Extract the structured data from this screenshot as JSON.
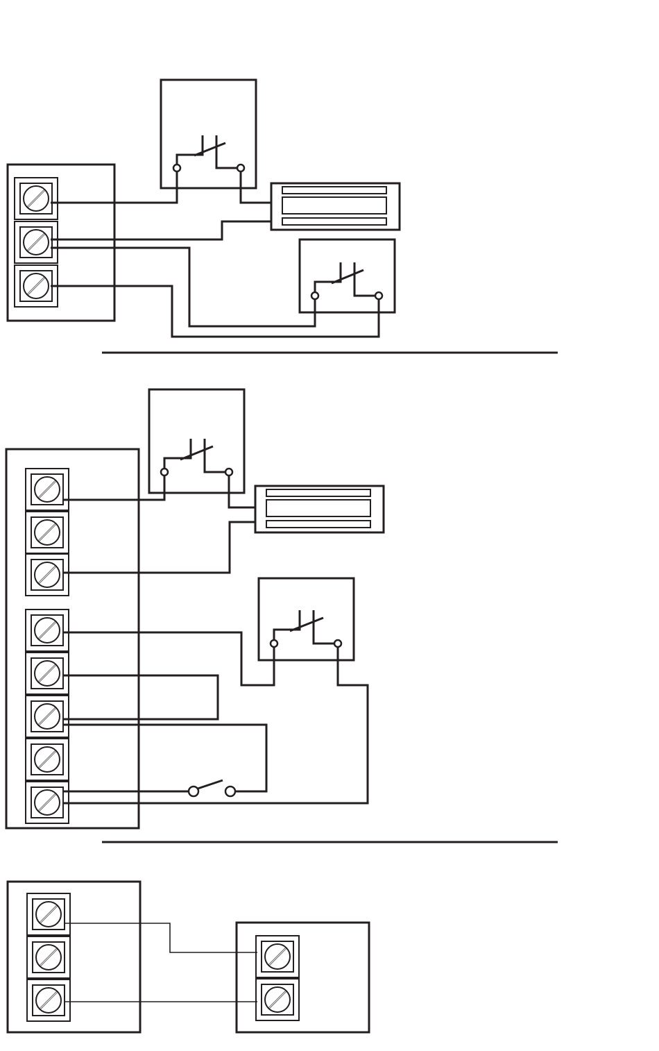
{
  "diagram": {
    "panels": [
      {
        "id": "panel-1",
        "terminal_block": {
          "terminals": 3
        },
        "devices": [
          "door-contact-nc",
          "magnetic-lock",
          "door-contact-nc"
        ]
      },
      {
        "id": "panel-2",
        "terminal_block": {
          "terminals": 8
        },
        "devices": [
          "door-contact-nc",
          "magnetic-lock",
          "door-contact-nc",
          "pushbutton-switch-no"
        ]
      },
      {
        "id": "panel-3",
        "terminal_block": {
          "terminals": 3
        },
        "devices": [
          "remote-terminal-block"
        ],
        "remote_terminals": 2
      }
    ],
    "colors": {
      "line": "#231f20",
      "background": "#ffffff"
    }
  }
}
